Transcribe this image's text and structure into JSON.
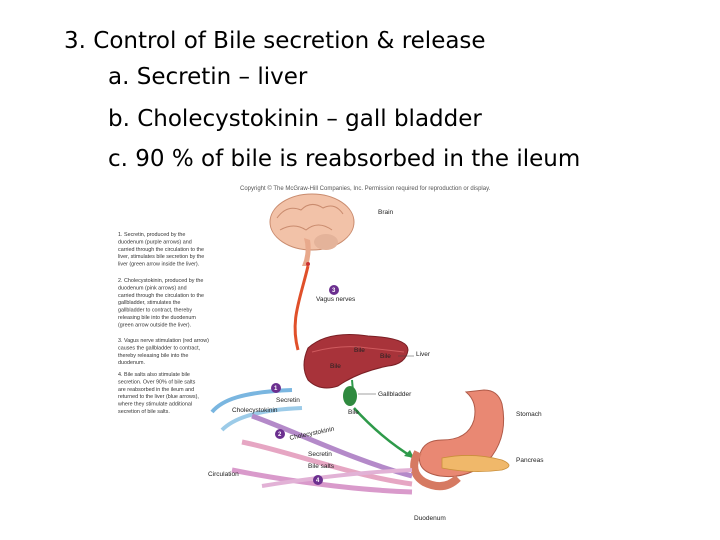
{
  "slide": {
    "lines": [
      "3.  Control of Bile secretion & release",
      "a. Secretin – liver",
      "b. Cholecystokinin – gall bladder",
      "c. 90 % of bile is reabsorbed in the ileum"
    ]
  },
  "figure": {
    "copyright": "Copyright © The McGraw-Hill Companies, Inc. Permission required for reproduction or display.",
    "steps": [
      [
        "1. Secretin, produced by the",
        "duodenum (purple arrows) and",
        "carried through the circulation to the",
        "liver, stimulates bile secretion by the",
        "liver (green arrow inside the liver)."
      ],
      [
        "2. Cholecystokinin, produced by the",
        "duodenum (pink arrows) and",
        "carried through the circulation to the",
        "gallbladder, stimulates the",
        "gallbladder to contract, thereby",
        "releasing bile into the duodenum",
        "(green arrow outside the liver)."
      ],
      [
        "3. Vagus nerve stimulation (red arrow)",
        "causes the gallbladder to contract,",
        "thereby releasing bile into the",
        "duodenum."
      ],
      [
        "4. Bile salts also stimulate bile",
        "secretion. Over 90% of bile salts",
        "are reabsorbed in the ileum and",
        "returned to the liver (blue arrows),",
        "where they stimulate additional",
        "secretion of bile salts."
      ]
    ],
    "labels": {
      "brain": "Brain",
      "vagus": "Vagus nerves",
      "liver": "Liver",
      "bile1": "Bile",
      "bile2": "Bile",
      "bile3": "Bile",
      "bile4": "Bile",
      "gallbladder": "Gallbladder",
      "stomach": "Stomach",
      "pancreas": "Pancreas",
      "duodenum": "Duodenum",
      "circulation": "Circulation",
      "secretin1": "Secretin",
      "secretin2": "Secretin",
      "cck1": "Cholecystokinin",
      "cck2": "Cholecystokinin",
      "bilesalts": "Bile salts",
      "n1": "1",
      "n2": "2",
      "n3": "3",
      "n4": "4"
    }
  }
}
